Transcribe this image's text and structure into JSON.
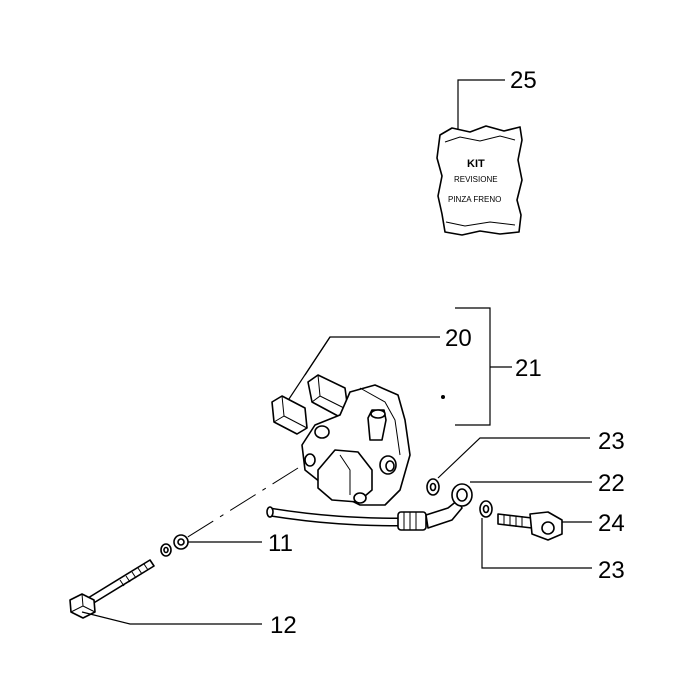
{
  "callouts": {
    "c25": "25",
    "c20": "20",
    "c21": "21",
    "c23a": "23",
    "c22": "22",
    "c24": "24",
    "c23b": "23",
    "c11": "11",
    "c12": "12"
  },
  "kit_label": {
    "line1": "KIT",
    "line2": "REVISIONE",
    "line3": "PINZA FRENO"
  }
}
